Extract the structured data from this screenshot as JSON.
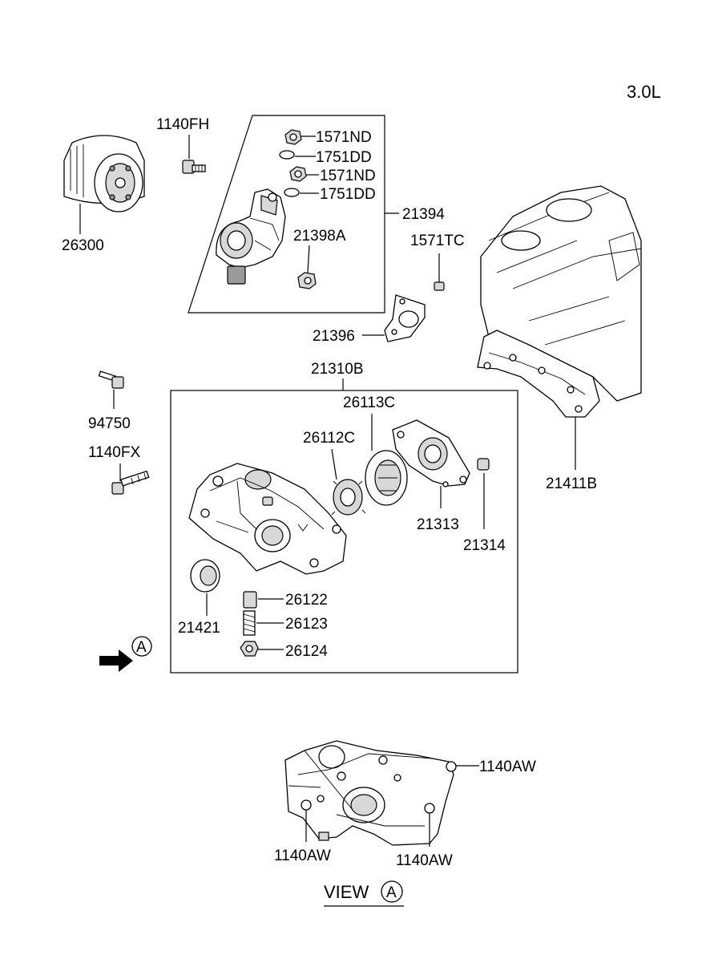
{
  "engine": "3.0L",
  "labels": {
    "p26300": "26300",
    "p1140FH": "1140FH",
    "p1571ND_1": "1571ND",
    "p1751DD_1": "1751DD",
    "p1571ND_2": "1571ND",
    "p1751DD_2": "1751DD",
    "p21394": "21394",
    "p21398A": "21398A",
    "p1571TC": "1571TC",
    "p21396": "21396",
    "p21310B": "21310B",
    "p26113C": "26113C",
    "p26112C": "26112C",
    "p94750": "94750",
    "p1140FX": "1140FX",
    "p21411B": "21411B",
    "p21313": "21313",
    "p21314": "21314",
    "p26122": "26122",
    "p26123": "26123",
    "p26124": "26124",
    "p21421": "21421",
    "viewA_1140AW_top": "1140AW",
    "viewA_1140AW_left": "1140AW",
    "viewA_1140AW_right": "1140AW"
  },
  "view_marker": "A",
  "view_title": "VIEW",
  "view_title_marker": "A"
}
